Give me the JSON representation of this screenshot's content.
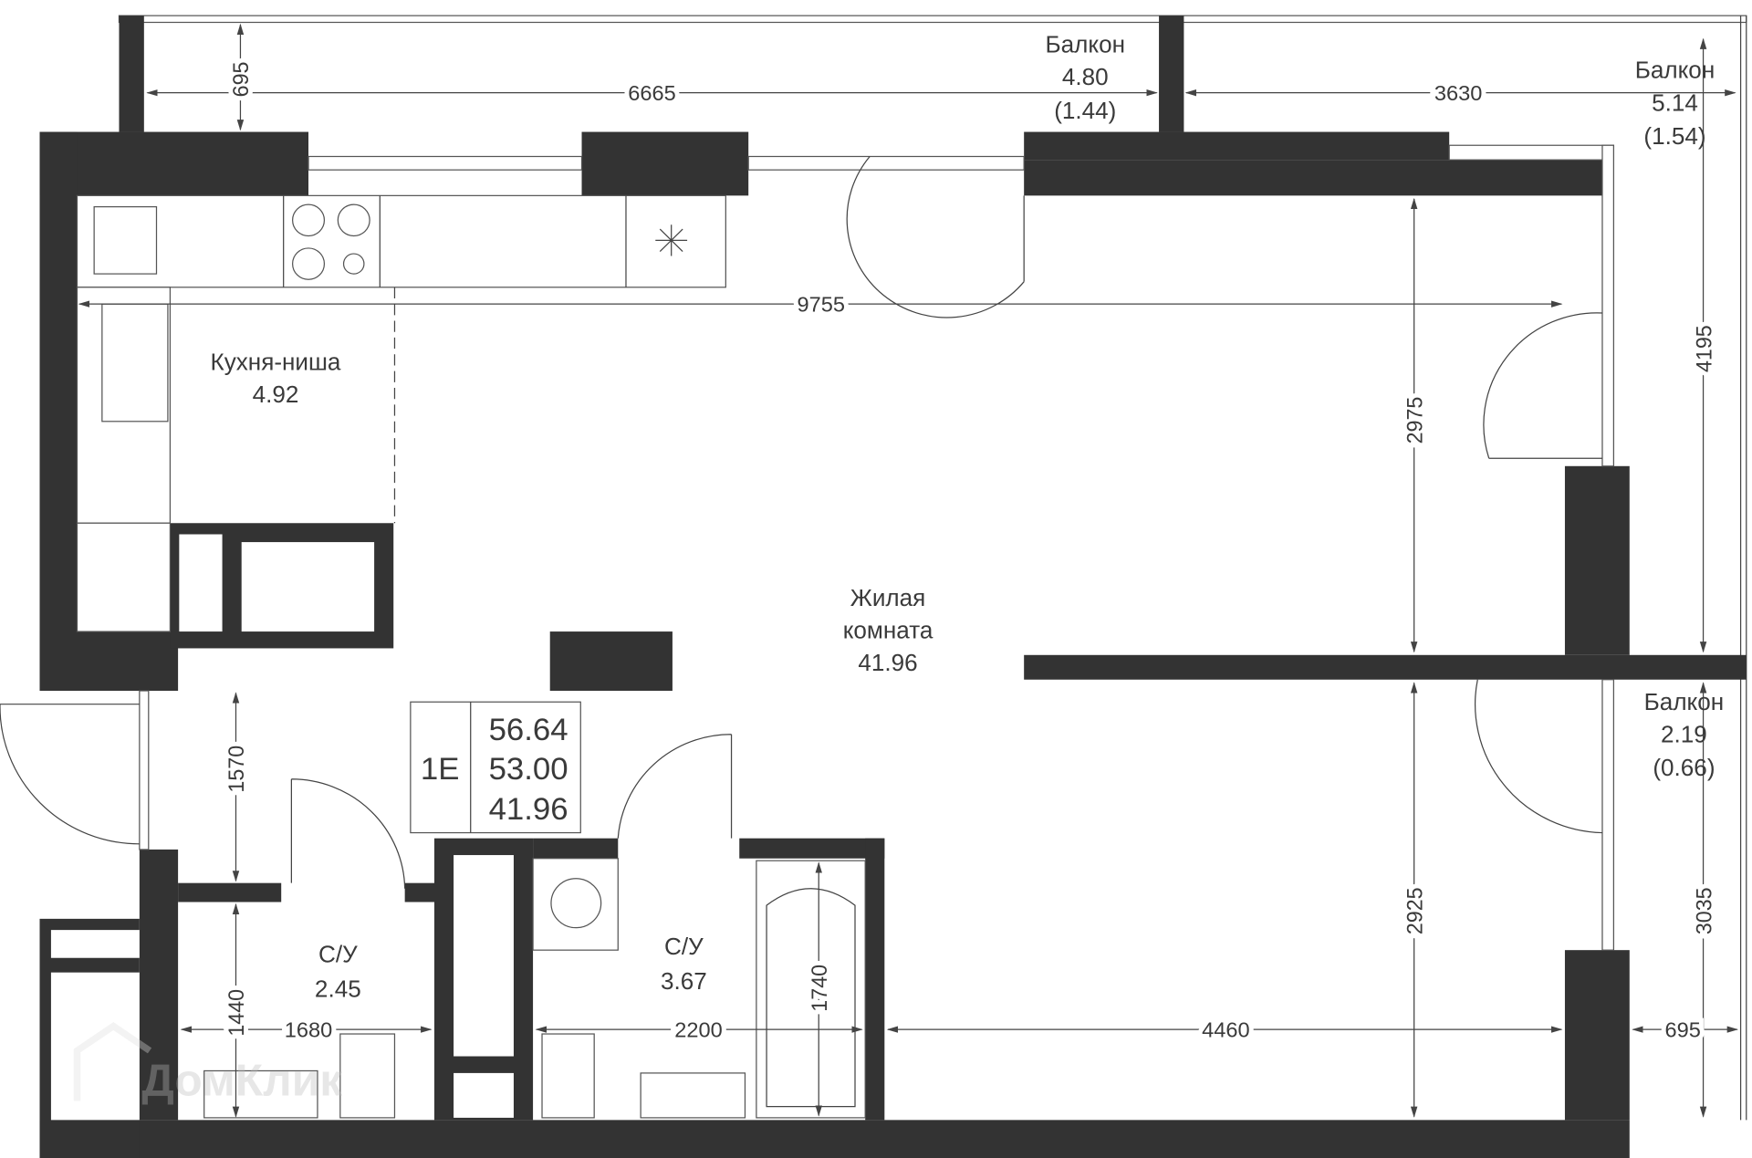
{
  "watermark": "ДомКлик",
  "rooms": {
    "balcony_top": {
      "label": "Балкон",
      "area": "4.80",
      "area_coef": "(1.44)"
    },
    "balcony_right_top": {
      "label": "Балкон",
      "area": "5.14",
      "area_coef": "(1.54)"
    },
    "balcony_right_bottom": {
      "label": "Балкон",
      "area": "2.19",
      "area_coef": "(0.66)"
    },
    "kitchen": {
      "label": "Кухня-ниша",
      "area": "4.92"
    },
    "living": {
      "label1": "Жилая",
      "label2": "комната",
      "area": "41.96"
    },
    "bath_small": {
      "label": "С/У",
      "area": "2.45"
    },
    "bath_large": {
      "label": "С/У",
      "area": "3.67"
    }
  },
  "summary": {
    "type": "1Е",
    "total": "56.64",
    "living_total": "53.00",
    "living": "41.96"
  },
  "dimensions": {
    "d6665": "6665",
    "d695_top": "695",
    "d3630": "3630",
    "d9755": "9755",
    "d2975": "2975",
    "d4195": "4195",
    "d1570": "1570",
    "d2925": "2925",
    "d3035": "3035",
    "d1440": "1440",
    "d1680": "1680",
    "d2200": "2200",
    "d1740": "1740",
    "d4460": "4460",
    "d695_right": "695"
  }
}
